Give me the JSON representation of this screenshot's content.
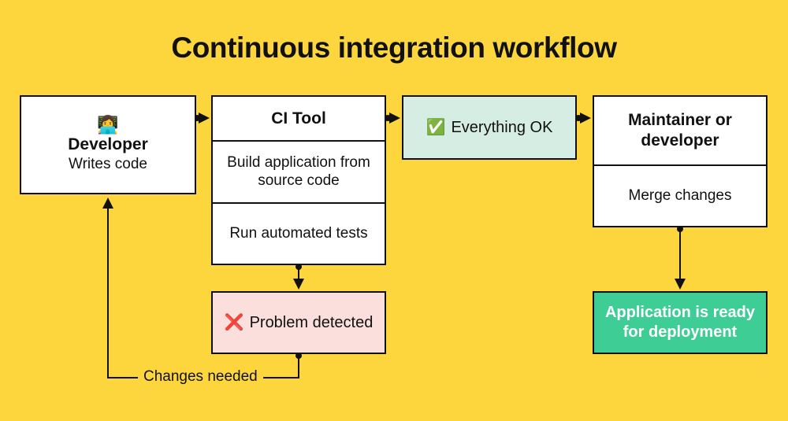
{
  "diagram": {
    "title": "Continuous integration workflow",
    "background_color": "#FCD63C",
    "border_color": "#111111",
    "nodes": {
      "developer": {
        "icon": "technologist-emoji",
        "icon_glyph": "👩‍💻",
        "name": "Developer",
        "subtitle": "Writes code",
        "fill": "#FFFFFF"
      },
      "ci_tool": {
        "header": "CI Tool",
        "steps": [
          "Build application from source code",
          "Run automated tests"
        ],
        "fill": "#FFFFFF"
      },
      "everything_ok": {
        "icon": "check-mark-button-emoji",
        "icon_glyph": "✅",
        "label": "Everything OK",
        "fill": "#D6EDE4"
      },
      "maintainer": {
        "header": "Maintainer or developer",
        "action": "Merge changes",
        "fill": "#FFFFFF"
      },
      "problem_detected": {
        "icon": "cross-mark-emoji",
        "icon_glyph": "❌",
        "label": "Problem detected",
        "fill": "#FADFDC"
      },
      "application_ready": {
        "label": "Application is ready for deployment",
        "fill": "#3DCD95",
        "text_color": "#FFFFFF"
      }
    },
    "edges": [
      {
        "from": "developer",
        "to": "ci_tool",
        "label": ""
      },
      {
        "from": "ci_tool",
        "to": "everything_ok",
        "label": ""
      },
      {
        "from": "everything_ok",
        "to": "maintainer",
        "label": ""
      },
      {
        "from": "ci_tool",
        "to": "problem_detected",
        "label": ""
      },
      {
        "from": "maintainer",
        "to": "application_ready",
        "label": ""
      },
      {
        "from": "problem_detected",
        "to": "developer",
        "label": "Changes needed"
      }
    ]
  }
}
